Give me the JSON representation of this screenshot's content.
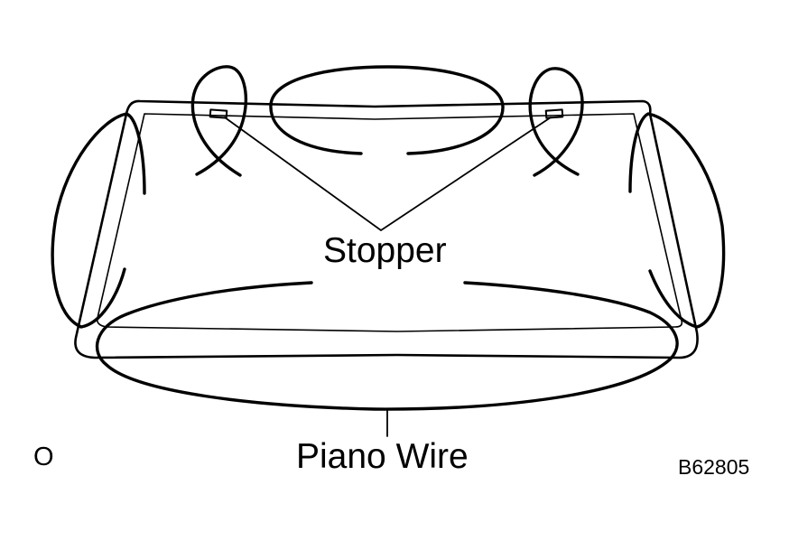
{
  "labels": {
    "stopper": "Stopper",
    "piano_wire": "Piano Wire",
    "view_marker": "O",
    "figure_code": "B62805"
  },
  "colors": {
    "line": "#000000",
    "background": "#ffffff"
  }
}
